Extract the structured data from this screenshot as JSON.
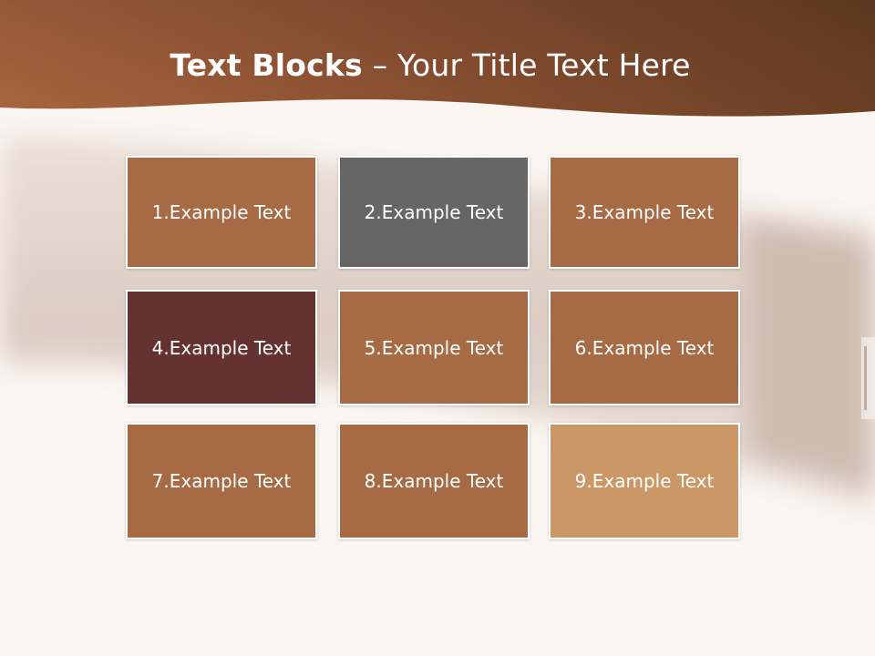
{
  "slide": {
    "title_bold": "Text Blocks",
    "title_dash": " – ",
    "title_rest": "Your Title Text Here"
  },
  "blocks": [
    {
      "label": "1.Example Text",
      "color": "#a66a44"
    },
    {
      "label": "2.Example Text",
      "color": "#666666"
    },
    {
      "label": "3.Example Text",
      "color": "#a66a44"
    },
    {
      "label": "4.Example Text",
      "color": "#653232"
    },
    {
      "label": "5.Example Text",
      "color": "#a66a44"
    },
    {
      "label": "6.Example Text",
      "color": "#a66a44"
    },
    {
      "label": "7.Example Text",
      "color": "#a66a44"
    },
    {
      "label": "8.Example Text",
      "color": "#a66a44"
    },
    {
      "label": "9.Example Text",
      "color": "#cc9766"
    }
  ],
  "colors": {
    "header_dark": "#6a3f24",
    "header_light": "#a9653f",
    "background": "#fbf6f2"
  }
}
